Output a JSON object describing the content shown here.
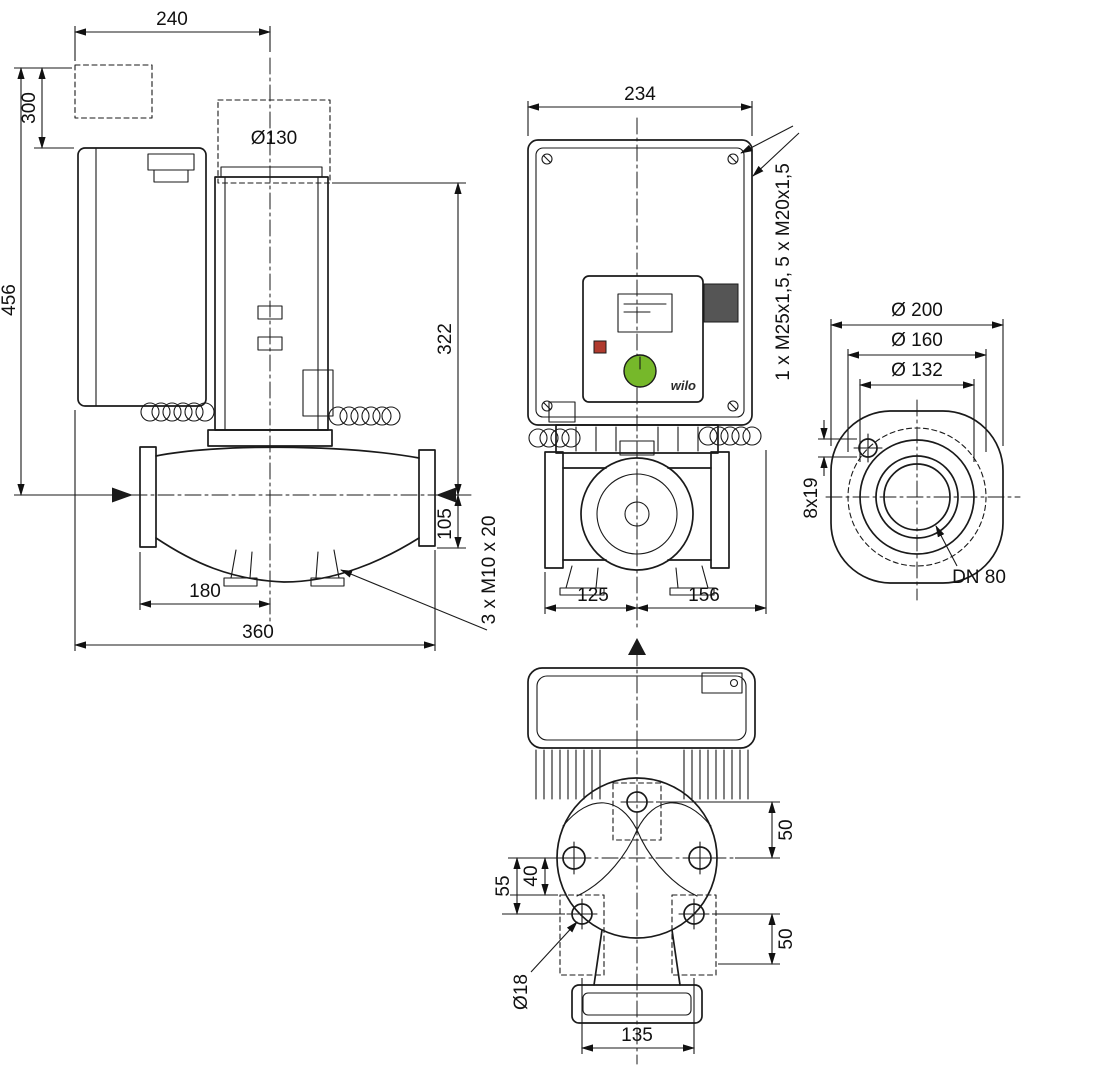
{
  "views": {
    "side": {
      "w240": "240",
      "h300": "300",
      "h456": "456",
      "dia130": "Ø130",
      "h322": "322",
      "h105": "105",
      "w180": "180",
      "w360": "360",
      "foot_bolts": "3 x M10 x 20"
    },
    "front": {
      "w234": "234",
      "glands": "1 x M25x1,5, 5 x M20x1,5",
      "w125": "125",
      "w156": "156",
      "logo": "wilo"
    },
    "flange": {
      "dia200": "Ø 200",
      "dia160": "Ø 160",
      "dia132": "Ø 132",
      "holes": "8x19",
      "dn": "DN 80"
    },
    "plan": {
      "v50a": "50",
      "v40": "40",
      "v55": "55",
      "v50b": "50",
      "dia18": "Ø18",
      "w135": "135"
    }
  },
  "colors": {
    "line": "#1a1a1a",
    "knob_green": "#76b82a",
    "button_red": "#b03a2e"
  }
}
